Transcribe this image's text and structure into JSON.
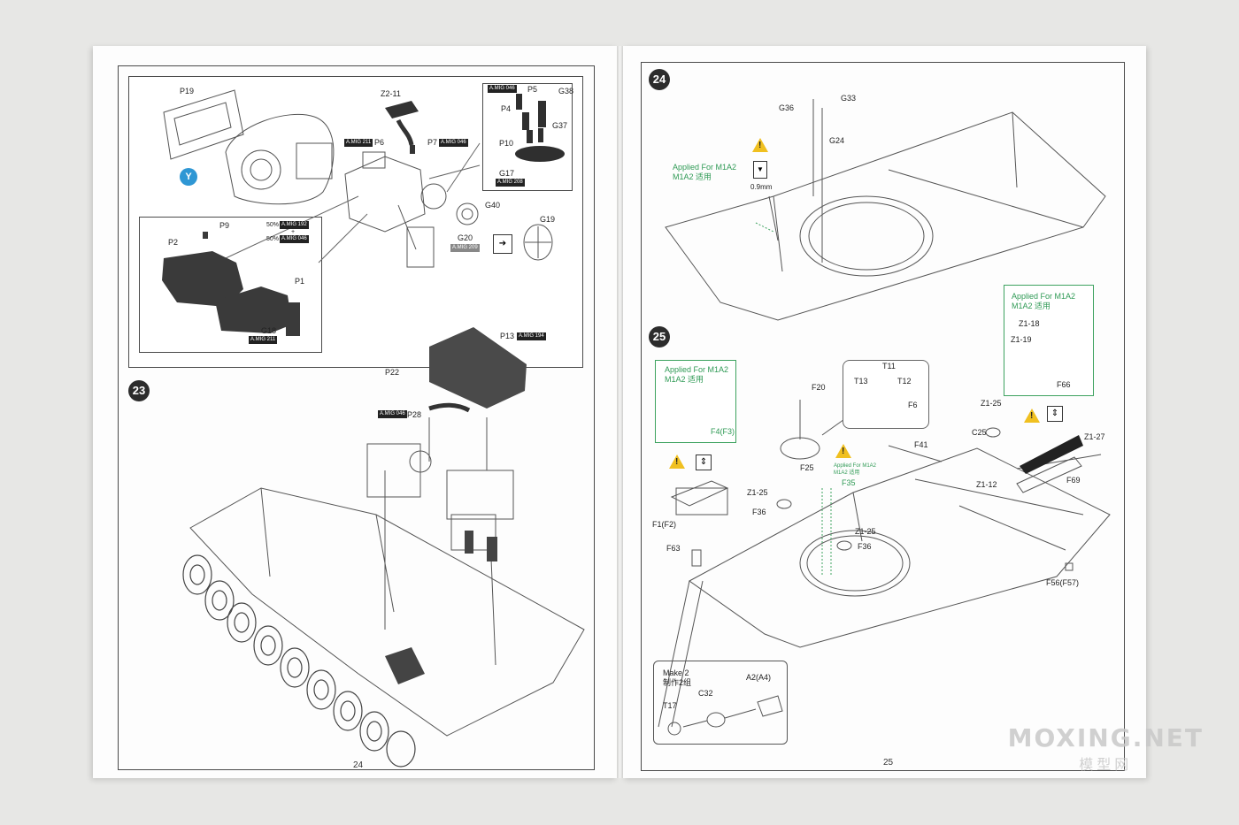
{
  "left_page": {
    "page_number": "24",
    "step_number": "23",
    "inset_marker": "Y",
    "labels": {
      "p19": "P19",
      "z2_11": "Z2-11",
      "p6": "P6",
      "p7": "P7",
      "p5": "P5",
      "g38": "G38",
      "p4": "P4",
      "g37": "G37",
      "p10": "P10",
      "g17": "G17",
      "g40": "G40",
      "g20": "G20",
      "g19": "G19",
      "p9": "P9",
      "p2": "P2",
      "p1": "P1",
      "g18": "G18",
      "p13": "P13",
      "p22": "P22",
      "p28": "P28"
    },
    "paint_tags": {
      "amig211_a": "A.MIG 211",
      "amig046_a": "A.MIG 046",
      "amig046_b": "A.MIG 046",
      "amig208": "A.MIG 208",
      "amig209": "A.MIG 209",
      "amig192": "A.MIG 192",
      "amig046_c": "A.MIG 046",
      "amig211_b": "A.MIG 211",
      "amig194": "A.MIG 194",
      "amig046_d": "A.MIG 046"
    },
    "mix": {
      "pct1": "50%",
      "plus": "+",
      "pct2": "50%"
    }
  },
  "right_page": {
    "page_number": "25",
    "step24": {
      "number": "24",
      "applied_note": "Applied For M1A2",
      "applied_note_cn": "M1A2 适用",
      "drill": "0.9mm",
      "labels": {
        "g36": "G36",
        "g33": "G33",
        "g24": "G24"
      }
    },
    "step25": {
      "number": "25",
      "applied_box1": {
        "title": "Applied For M1A2",
        "cn": "M1A2 适用",
        "part": "F4(F3)"
      },
      "applied_box2": {
        "title": "Applied For M1A2",
        "cn": "M1A2 适用",
        "parts": [
          "Z1-18",
          "Z1-19",
          "F66"
        ]
      },
      "applied_small": {
        "title": "Applied For M1A2",
        "cn": "M1A2 适用",
        "part": "F35"
      },
      "inset_top": {
        "parts": [
          "T11",
          "T13",
          "T12",
          "F6"
        ]
      },
      "make_box": {
        "title": "Make 2",
        "title_cn": "制作2组",
        "parts": [
          "A2(A4)",
          "C32",
          "T17"
        ]
      },
      "labels": {
        "f20": "F20",
        "f25": "F25",
        "f41": "F41",
        "z1_25_a": "Z1-25",
        "c25": "C25",
        "z1_27": "Z1-27",
        "f69": "F69",
        "z1_12": "Z1-12",
        "z1_25_b": "Z1-25",
        "f36_a": "F36",
        "z1_25_c": "Z1-25",
        "f36_b": "F36",
        "f1": "F1(F2)",
        "f63": "F63",
        "f56": "F56(F57)"
      }
    }
  },
  "watermark": {
    "text": "MOXING.NET",
    "cn": "模型网"
  }
}
